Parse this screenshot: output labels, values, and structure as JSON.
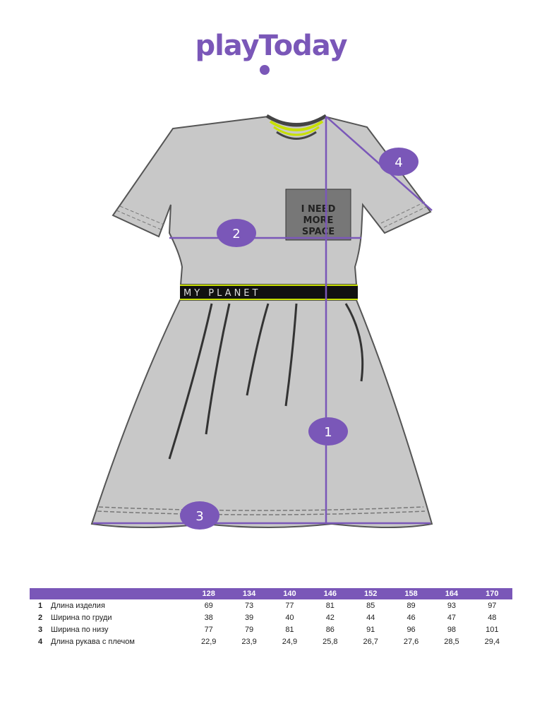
{
  "brand": {
    "logo_text": "playToday",
    "color": "#7a57b8"
  },
  "garment": {
    "patch_text": [
      "I NEED",
      "MORE",
      "SPACE"
    ],
    "waistband_text": "MY PLANET",
    "fill_color": "#c8c8c8",
    "accent_color": "#c8e000"
  },
  "markers": [
    "1",
    "2",
    "3",
    "4"
  ],
  "size_table": {
    "sizes": [
      "128",
      "134",
      "140",
      "146",
      "152",
      "158",
      "164",
      "170"
    ],
    "rows": [
      {
        "num": "1",
        "label": "Длина изделия",
        "values": [
          "69",
          "73",
          "77",
          "81",
          "85",
          "89",
          "93",
          "97"
        ]
      },
      {
        "num": "2",
        "label": "Ширина по груди",
        "values": [
          "38",
          "39",
          "40",
          "42",
          "44",
          "46",
          "47",
          "48"
        ]
      },
      {
        "num": "3",
        "label": "Ширина по низу",
        "values": [
          "77",
          "79",
          "81",
          "86",
          "91",
          "96",
          "98",
          "101"
        ]
      },
      {
        "num": "4",
        "label": "Длина рукава с плечом",
        "values": [
          "22,9",
          "23,9",
          "24,9",
          "25,8",
          "26,7",
          "27,6",
          "28,5",
          "29,4"
        ]
      }
    ]
  }
}
